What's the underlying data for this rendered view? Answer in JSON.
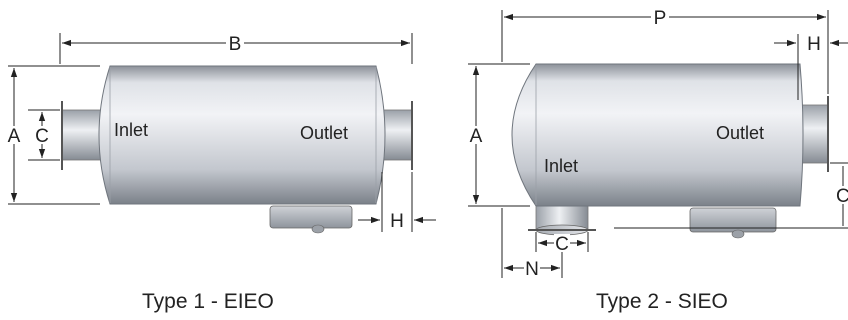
{
  "diagram1": {
    "caption": "Type 1 - EIEO",
    "inlet_label": "Inlet",
    "outlet_label": "Outlet",
    "dims": {
      "a": "A",
      "b": "B",
      "c": "C",
      "h": "H"
    }
  },
  "diagram2": {
    "caption": "Type 2 - SIEO",
    "inlet_label": "Inlet",
    "outlet_label": "Outlet",
    "dims": {
      "a": "A",
      "p": "P",
      "c_outlet": "C",
      "c_inlet": "C",
      "h": "H",
      "n": "N"
    }
  },
  "colors": {
    "body_light": "#eceef2",
    "body_mid": "#b9bdc4",
    "body_dark": "#7d838c",
    "ink": "#222222"
  }
}
